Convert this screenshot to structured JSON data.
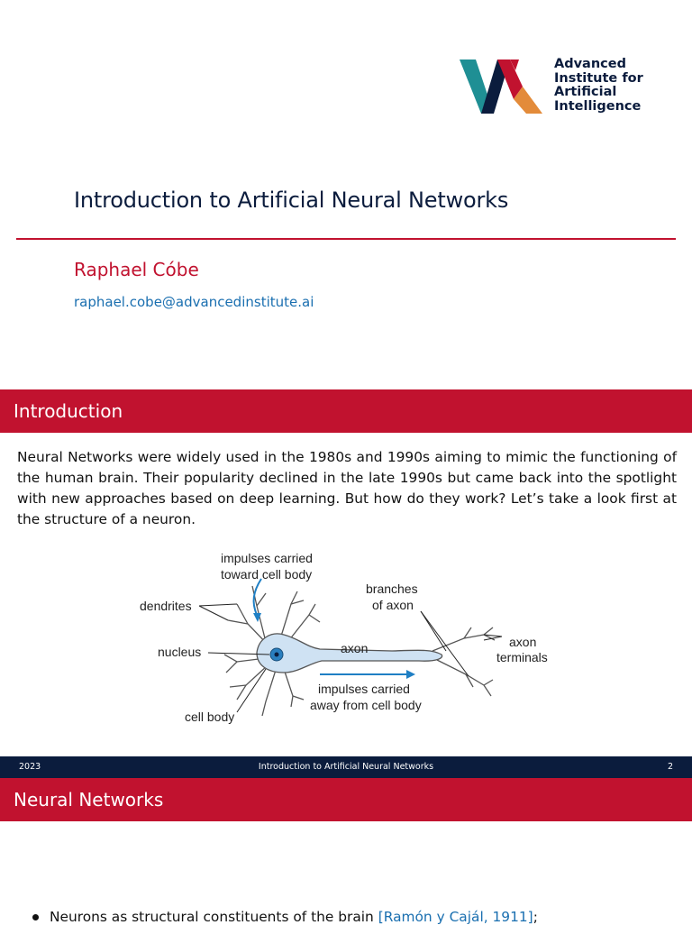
{
  "logo": {
    "lines": [
      "Advanced",
      "Institute for",
      "Artificial",
      "Intelligence"
    ],
    "colors": {
      "teal": "#1f8f94",
      "navy": "#0b1c3d",
      "red": "#c1122f",
      "orange": "#e38b3a"
    }
  },
  "title_slide": {
    "title": "Introduction to Artificial Neural Networks",
    "author": "Raphael Cóbe",
    "email": "raphael.cobe@advancedinstitute.ai"
  },
  "intro_slide": {
    "section_title": "Introduction",
    "paragraph": "Neural Networks were widely used in the 1980s and 1990s aiming to mimic the functioning of the human brain. Their popularity declined in the late 1990s but came back into the spotlight with new approaches based on deep learning. But how do they work? Let’s take a look first at the structure of a neuron.",
    "figure_labels": {
      "impulses_toward_1": "impulses carried",
      "impulses_toward_2": "toward cell body",
      "dendrites": "dendrites",
      "nucleus": "nucleus",
      "cell_body": "cell body",
      "branches_1": "branches",
      "branches_2": "of axon",
      "axon": "axon",
      "terminals_1": "axon",
      "terminals_2": "terminals",
      "impulses_away_1": "impulses carried",
      "impulses_away_2": "away from cell body"
    },
    "footer": {
      "year": "2023",
      "title": "Introduction to Artificial Neural Networks",
      "page": "2"
    }
  },
  "nn_slide": {
    "section_title": "Neural Networks",
    "bullet_text": "Neurons as structural constituents of the brain ",
    "bullet_cite": "[Ramón y Cajál, 1911]",
    "bullet_tail": ";"
  },
  "theme": {
    "accent_red": "#c1122f",
    "navy": "#0b1c3d",
    "link_blue": "#1a6fb0",
    "neuron_fill": "#cfe2f3",
    "arrow_blue": "#1f7fc4"
  }
}
